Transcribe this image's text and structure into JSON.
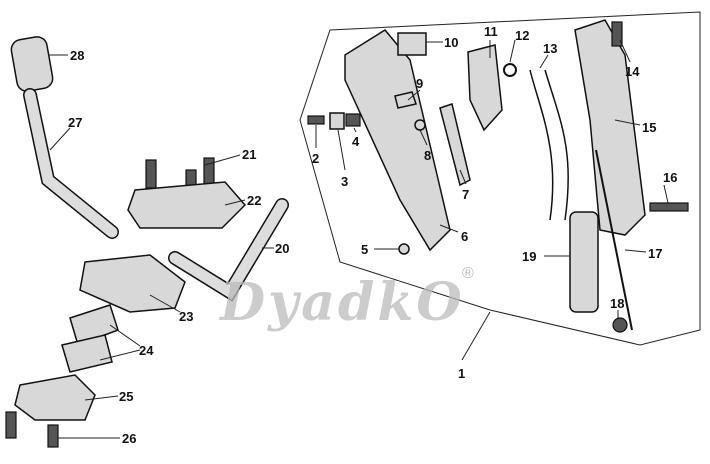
{
  "watermark": {
    "text": "DyadkO",
    "mark": "®"
  },
  "callouts": [
    "1",
    "2",
    "3",
    "4",
    "5",
    "6",
    "7",
    "8",
    "9",
    "10",
    "11",
    "12",
    "13",
    "14",
    "15",
    "16",
    "17",
    "18",
    "19",
    "20",
    "21",
    "22",
    "23",
    "24",
    "25",
    "26",
    "27",
    "28"
  ]
}
